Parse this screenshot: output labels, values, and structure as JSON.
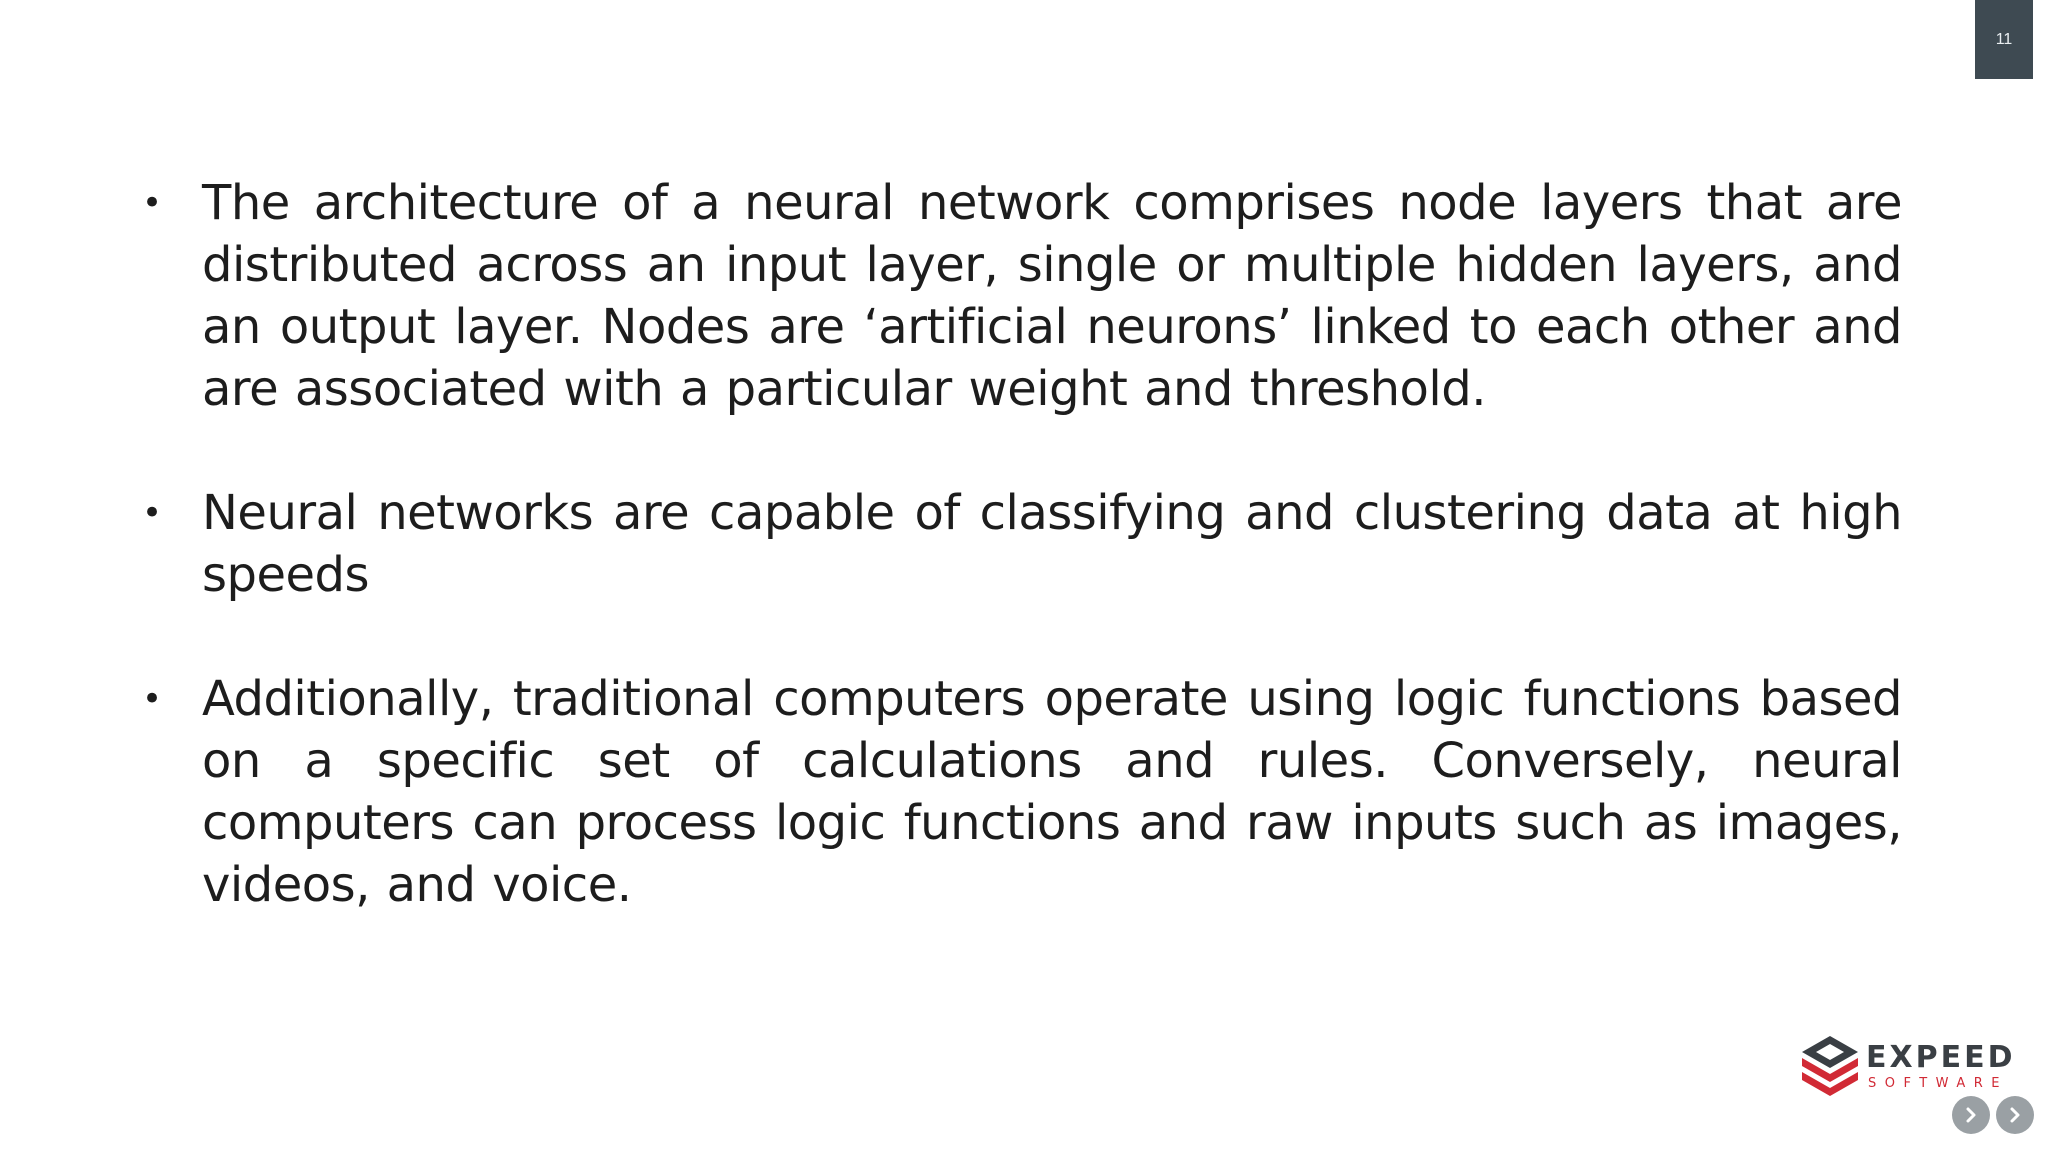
{
  "slide": {
    "page_number": "11",
    "bullets": [
      "The architecture of a neural network comprises node layers that are distributed across an input layer, single or multiple hidden layers, and an output layer. Nodes are ‘artificial neurons’ linked to each other and are associated with a particular weight and threshold.",
      "Neural networks are capable of classifying and clustering data at high speeds",
      "Additionally, traditional computers operate using logic functions based on a specific set of calculations and rules. Conversely, neural computers can process logic functions and raw inputs such as images, videos, and voice."
    ],
    "bullet_symbol": "•"
  },
  "logo": {
    "name": "EXPEED",
    "subtitle": "SOFTWARE",
    "colors": {
      "mark": "#d12a35",
      "text": "#3a3f44",
      "subtitle": "#d12a35"
    }
  },
  "navigation": {
    "prev_icon": "chevron-right-icon",
    "next_icon": "chevron-right-icon"
  },
  "colors": {
    "page_number_bg": "#3e4a52",
    "text": "#1d1d1d",
    "nav_button": "#9aa0a4"
  }
}
